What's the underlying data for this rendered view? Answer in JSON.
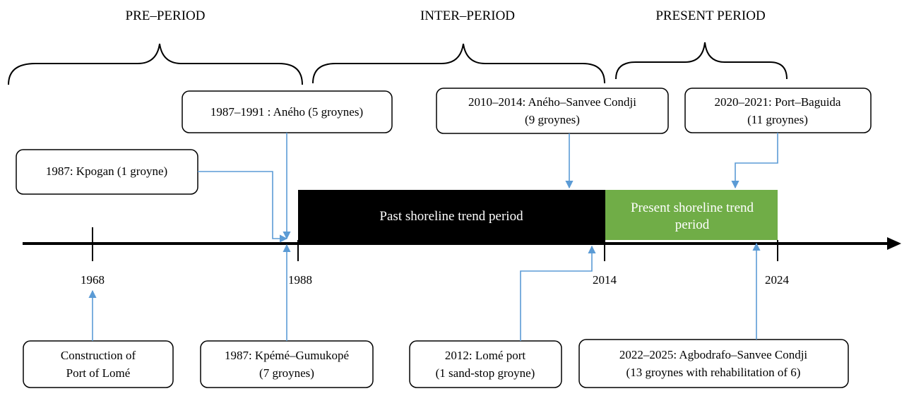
{
  "periods": {
    "pre": "PRE–PERIOD",
    "inter": "INTER–PERIOD",
    "present": "PRESENT PERIOD"
  },
  "years": {
    "y1968": "1968",
    "y1988": "1988",
    "y2014": "2014",
    "y2024": "2024"
  },
  "bars": {
    "past": "Past shoreline trend period",
    "present_line1": "Present shoreline trend",
    "present_line2": "period",
    "past_color": "#000000",
    "present_color": "#70ad47"
  },
  "events_above": {
    "aneho_1987": "1987–1991 : Aného (5 groynes)",
    "kpogan_1987": "1987: Kpogan (1 groyne)",
    "aneho_sanvee_line1": "2010–2014: Aného–Sanvee Condji",
    "aneho_sanvee_line2": "(9 groynes)",
    "port_baguida_line1": "2020–2021: Port–Baguida",
    "port_baguida_line2": "(11 groynes)"
  },
  "events_below": {
    "construction_line1": "Construction of",
    "construction_line2": "Port of Lomé",
    "kpeme_line1": "1987: Kpémé–Gumukopé",
    "kpeme_line2": "(7 groynes)",
    "lome_port_line1": "2012: Lomé port",
    "lome_port_line2": "(1 sand-stop groyne)",
    "agbodrafo_line1": "2022–2025: Agbodrafo–Sanvee Condji",
    "agbodrafo_line2": "(13 groynes with rehabilitation of 6)"
  },
  "colors": {
    "connector": "#5b9bd5",
    "axis": "#000000"
  }
}
